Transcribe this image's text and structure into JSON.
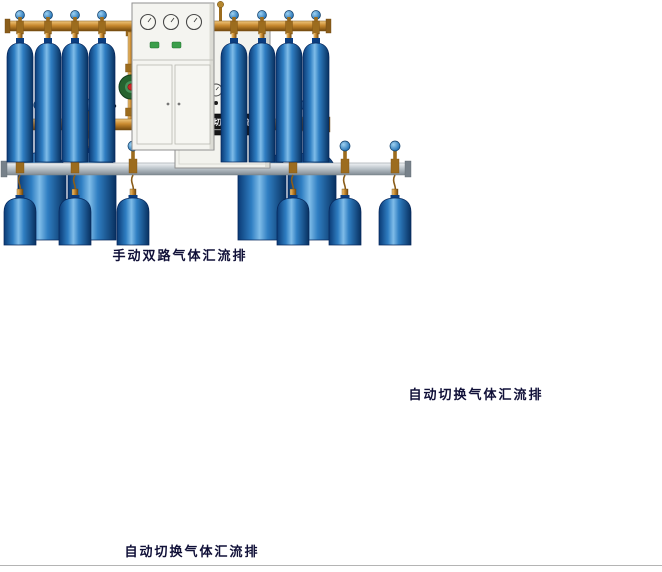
{
  "page": {
    "background_color": "#ffffff"
  },
  "products": [
    {
      "id": "manual-dual-manifold",
      "caption": "手动双路气体汇流排",
      "cylinders_visible": 4
    },
    {
      "id": "auto-switching-manifold-top",
      "caption": "自动切换气体汇流排",
      "cabinet_label": "自动切换系统",
      "cylinders_visible": 6
    },
    {
      "id": "auto-switching-manifold-bottom",
      "caption": "自动切换气体汇流排",
      "cylinders_visible": 8
    }
  ],
  "colors": {
    "cylinder_blue": "#2f7ec2",
    "brass_pipe": "#c8892f",
    "aluminum_pipe": "#c2cad0",
    "cabinet_body": "#f3f3ee",
    "caption_text": "#101038"
  }
}
